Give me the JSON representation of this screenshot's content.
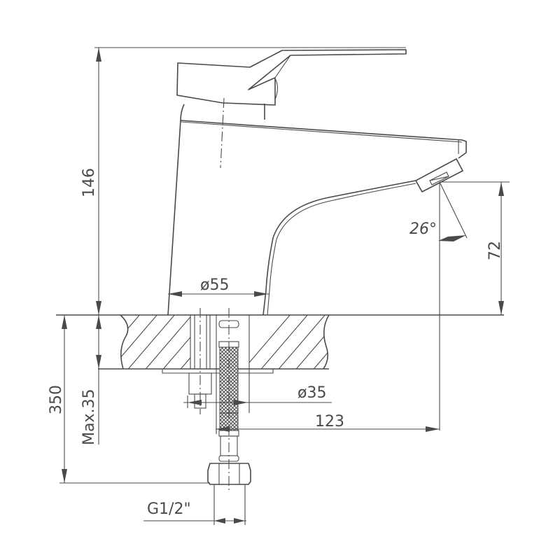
{
  "drawing": {
    "title": "Basin mixer tap – technical dimension drawing",
    "line_color": "#4a4a4a",
    "background": "#ffffff"
  },
  "dimensions": {
    "overall_height": "146",
    "spout_height": "72",
    "spout_angle": "26°",
    "base_diameter": "ø55",
    "hole_diameter": "ø35",
    "spout_reach": "123",
    "hose_length": "350",
    "max_counter_thickness": "Max.35",
    "connection_thread": "G1/2\""
  }
}
